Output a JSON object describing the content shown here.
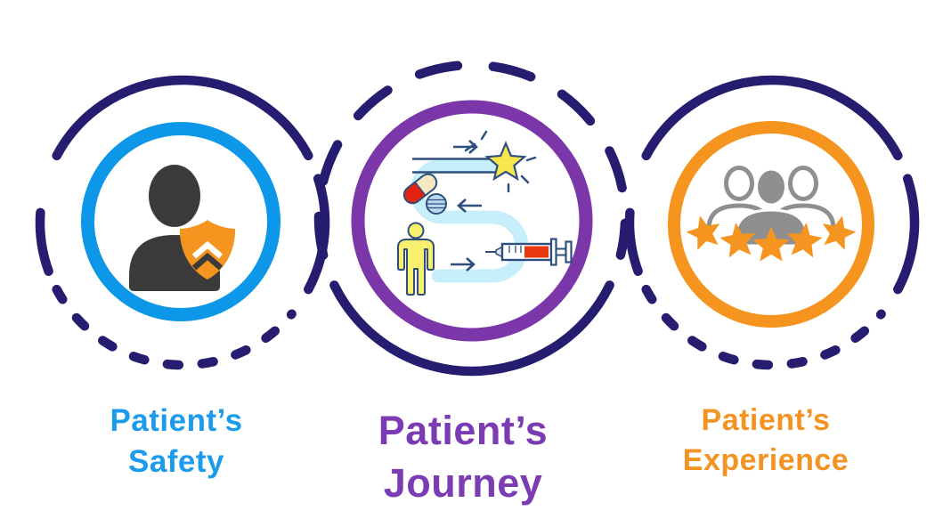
{
  "diagram": {
    "items": [
      {
        "id": "patients-safety",
        "label_line1": "Patient’s",
        "label_line2": "Safety",
        "text_color": "#1B9BEC",
        "ring_color": "#0D97E8",
        "icon": "person-with-shield-icon"
      },
      {
        "id": "patients-journey",
        "label_line1": "Patient’s",
        "label_line2": "Journey",
        "text_color": "#7A3BB3",
        "ring_color": "#7B36A9",
        "icon": "medication-journey-icon"
      },
      {
        "id": "patients-experience",
        "label_line1": "Patient’s",
        "label_line2": "Experience",
        "text_color": "#F29322",
        "ring_color": "#F5941E",
        "icon": "people-five-star-rating-icon"
      }
    ],
    "dashed_ring_color": "#261C70",
    "background_color": "#FFFFFF",
    "icon_colors": {
      "person_silhouette": "#3B3B3B",
      "shield_orange": "#F5941E",
      "journey_path_cyan": "#C6EFFB",
      "icon_outline_navy": "#2E4F7D",
      "star_yellow": "#F6E74D",
      "capsule_red": "#E32210",
      "capsule_cream": "#F4E8C0",
      "tablet_blue": "#B9D9EE",
      "person_yellow": "#F7EF6E",
      "syringe_red": "#E8380D",
      "people_gray": "#8F8F8F",
      "rating_star_orange": "#F5941E"
    }
  }
}
